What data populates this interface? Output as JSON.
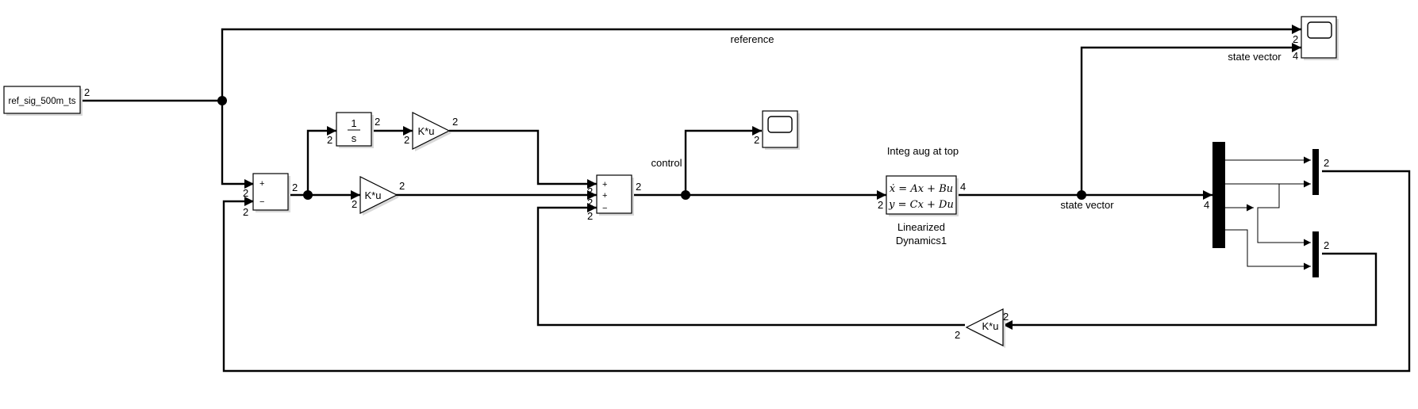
{
  "blocks": {
    "ref_source": {
      "label": "ref_sig_500m_ts",
      "out_port": "2"
    },
    "sum1": {
      "signs": [
        "+",
        "−"
      ],
      "in_ports": [
        "2",
        "2"
      ],
      "out_port": "2"
    },
    "integrator": {
      "numerator": "1",
      "denominator": "s",
      "in_port": "2",
      "out_port": "2"
    },
    "gain_ki": {
      "label": "K*u",
      "in_port": "2",
      "out_port": "2"
    },
    "gain_kp": {
      "label": "K*u",
      "in_port": "2",
      "out_port": "2"
    },
    "sum2": {
      "signs": [
        "+",
        "+",
        "−"
      ],
      "in_ports": [
        "2",
        "2",
        "2"
      ],
      "out_port": "2"
    },
    "control_scope": {
      "in_port": "2"
    },
    "state_space": {
      "eq1": "ẋ = Ax + Bu",
      "eq2": "y = Cx + Du",
      "in_port": "2",
      "out_port": "4",
      "name_line1": "Linearized",
      "name_line2": "Dynamics1",
      "annotation": "Integ aug at top"
    },
    "top_scope": {
      "in_ports": [
        "2",
        "4"
      ]
    },
    "demux": {
      "in_port": "4"
    },
    "mux_top": {
      "out_port": "2"
    },
    "mux_bottom": {
      "out_port": "2"
    },
    "gain_kx": {
      "label": "K*u",
      "in_port": "2",
      "out_port": "2"
    }
  },
  "signals": {
    "reference": "reference",
    "control": "control",
    "state_vector_top": "state vector",
    "state_vector_main": "state vector"
  }
}
